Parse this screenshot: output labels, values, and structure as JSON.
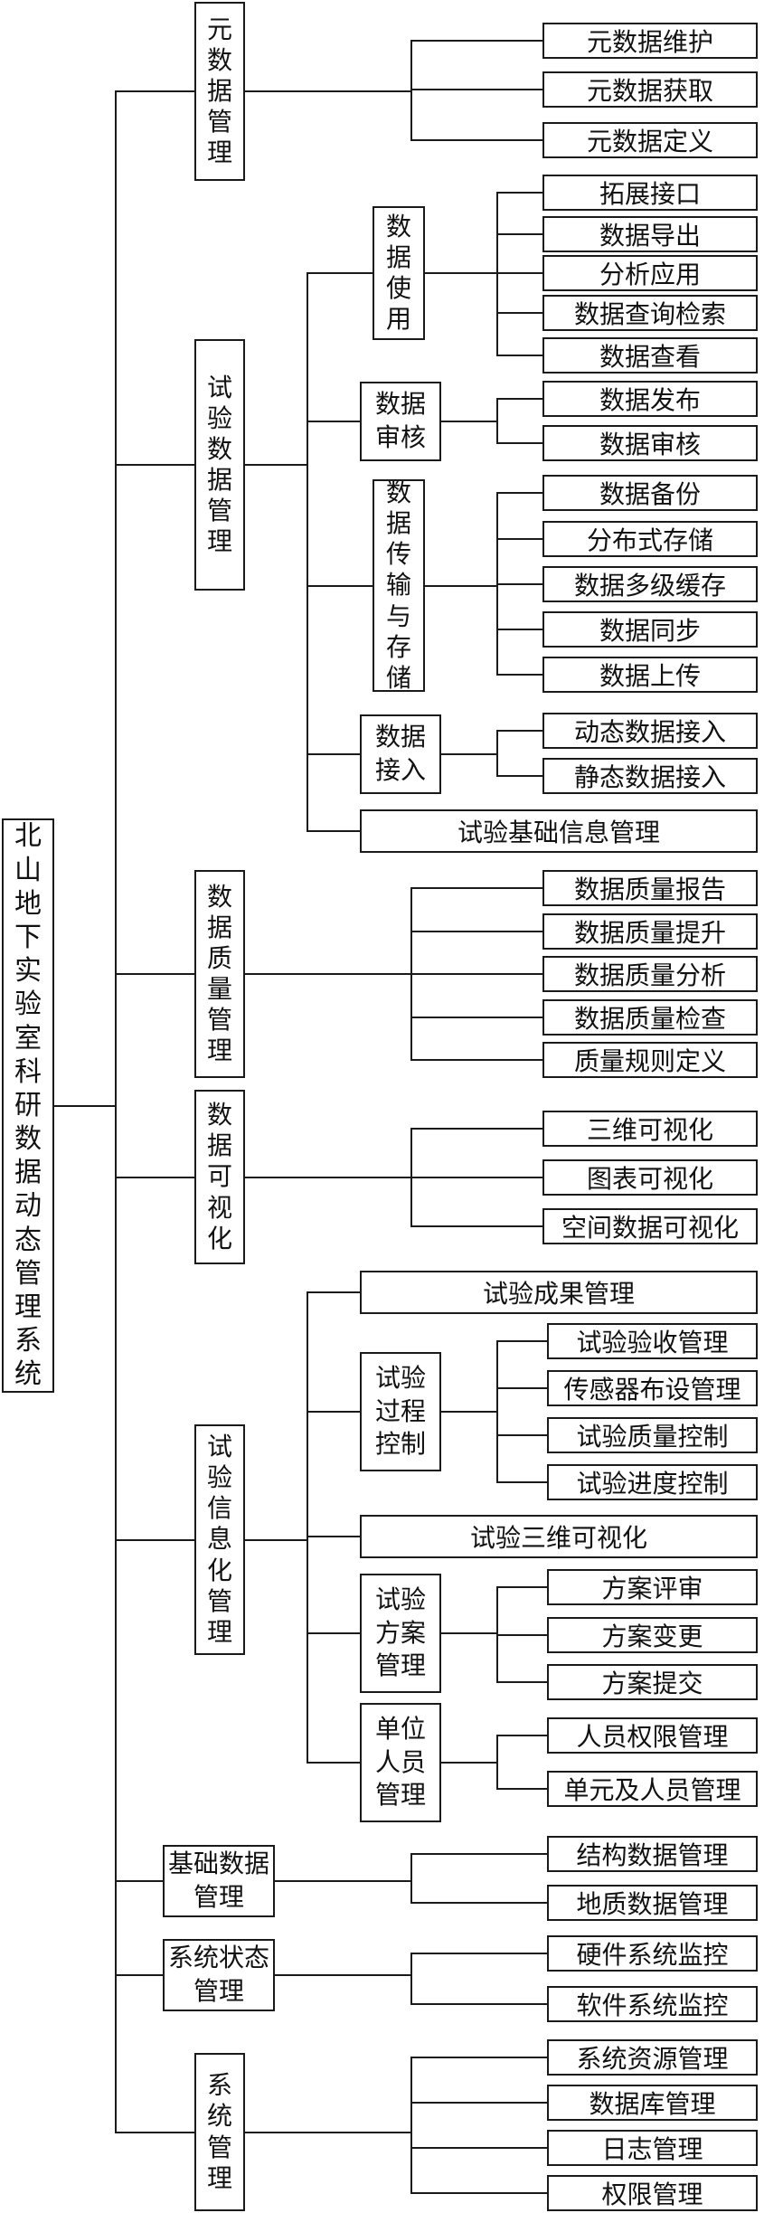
{
  "root": "北山地下实验室科研数据动态管理系统",
  "nodes": {
    "n1": "元数据管理",
    "n1a": "元数据维护",
    "n1b": "元数据获取",
    "n1c": "元数据定义",
    "n2": "试验数据管理",
    "n2_1": "数据使用",
    "n2_1a": "拓展接口",
    "n2_1b": "数据导出",
    "n2_1c": "分析应用",
    "n2_1d": "数据查询检索",
    "n2_1e": "数据查看",
    "n2_2": "数据审核",
    "n2_2a": "数据发布",
    "n2_2b": "数据审核",
    "n2_3": "数据传输与存储",
    "n2_3a": "数据备份",
    "n2_3b": "分布式存储",
    "n2_3c": "数据多级缓存",
    "n2_3d": "数据同步",
    "n2_3e": "数据上传",
    "n2_4": "数据接入",
    "n2_4a": "动态数据接入",
    "n2_4b": "静态数据接入",
    "n2_5": "试验基础信息管理",
    "n3": "数据质量管理",
    "n3a": "数据质量报告",
    "n3b": "数据质量提升",
    "n3c": "数据质量分析",
    "n3d": "数据质量检查",
    "n3e": "质量规则定义",
    "n4": "数据可视化",
    "n4a": "三维可视化",
    "n4b": "图表可视化",
    "n4c": "空间数据可视化",
    "n5": "试验信息化管理",
    "n5_1": "试验成果管理",
    "n5_2": "试验过程控制",
    "n5_2a": "试验验收管理",
    "n5_2b": "传感器布设管理",
    "n5_2c": "试验质量控制",
    "n5_2d": "试验进度控制",
    "n5_3": "试验三维可视化",
    "n5_4": "试验方案管理",
    "n5_4a": "方案评审",
    "n5_4b": "方案变更",
    "n5_4c": "方案提交",
    "n5_5": "单位人员管理",
    "n5_5a": "人员权限管理",
    "n5_5b": "单元及人员管理",
    "n6": "基础数据管理",
    "n6a": "结构数据管理",
    "n6b": "地质数据管理",
    "n7": "系统状态管理",
    "n7a": "硬件系统监控",
    "n7b": "软件系统监控",
    "n8": "系统管理",
    "n8a": "系统资源管理",
    "n8b": "数据库管理",
    "n8c": "日志管理",
    "n8d": "权限管理"
  }
}
